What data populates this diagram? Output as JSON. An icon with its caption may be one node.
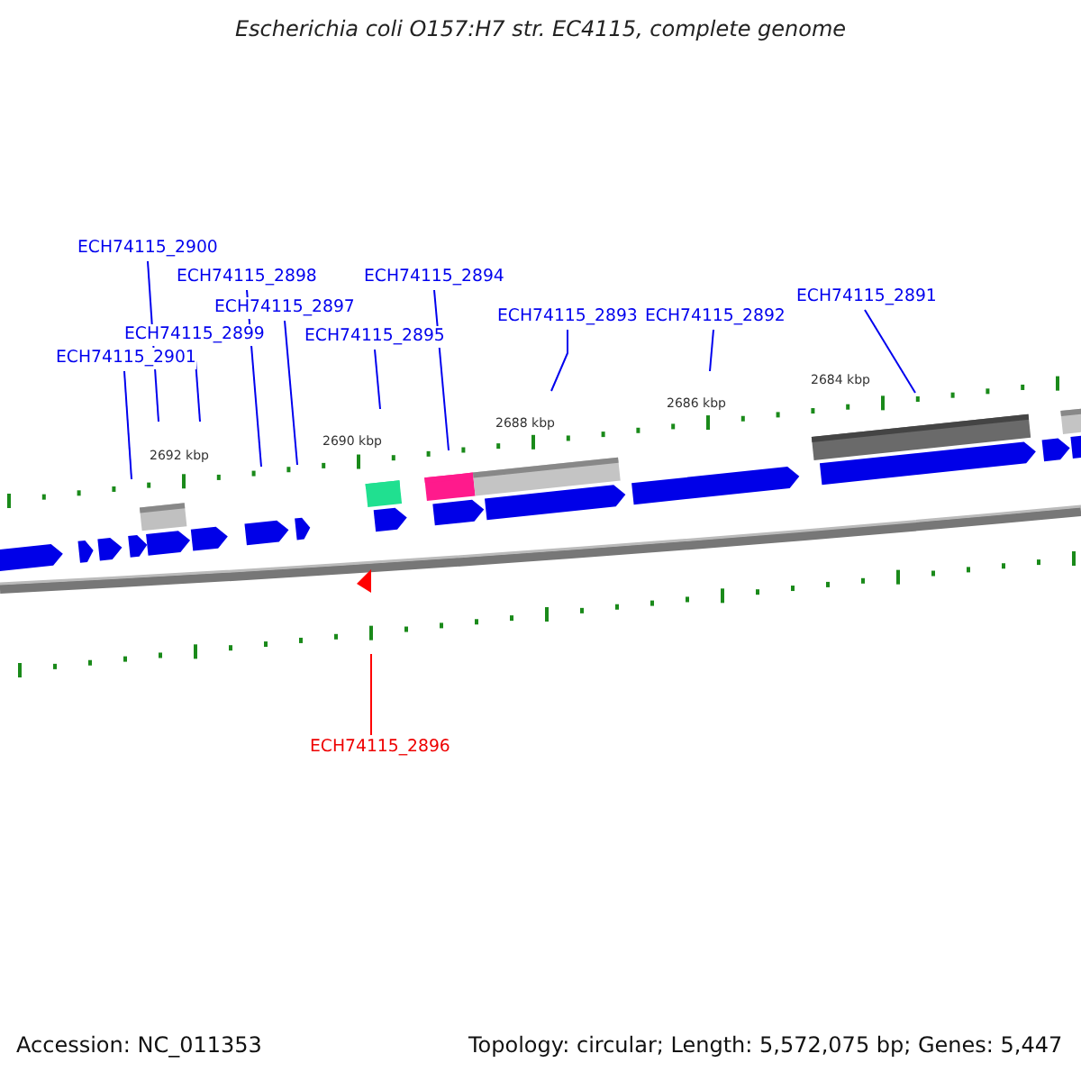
{
  "diagram": {
    "title": "Escherichia coli O157:H7 str. EC4115, complete genome",
    "nodes": [
      {
        "text": [
          "ECH74115_2900"
        ]
      },
      {
        "text": [
          "ECH74115_2898"
        ]
      },
      {
        "text": [
          "ECH74115_2894"
        ]
      },
      {
        "text": [
          "ECH74115_2891"
        ]
      },
      {
        "text": [
          "ECH74115_2897"
        ]
      },
      {
        "text": [
          "ECH74115_2893"
        ]
      },
      {
        "text": [
          "ECH74115_2892"
        ]
      },
      {
        "text": [
          "ECH74115_2899"
        ]
      },
      {
        "text": [
          "ECH74115_2895"
        ]
      },
      {
        "text": [
          "ECH74115_2901"
        ]
      },
      {
        "text": [
          "ECH74115_2896"
        ]
      }
    ],
    "edges": [
      {
        "from": 0,
        "to": null,
        "arrow": "none"
      },
      {
        "from": 1,
        "to": null,
        "arrow": "none"
      },
      {
        "from": 2,
        "to": null,
        "arrow": "none"
      },
      {
        "from": 3,
        "to": null,
        "arrow": "none"
      },
      {
        "from": 4,
        "to": null,
        "arrow": "none"
      },
      {
        "from": 5,
        "to": null,
        "arrow": "none"
      },
      {
        "from": 6,
        "to": null,
        "arrow": "none"
      },
      {
        "from": 7,
        "to": null,
        "arrow": "none"
      },
      {
        "from": 8,
        "to": null,
        "arrow": "none"
      },
      {
        "from": 9,
        "to": null,
        "arrow": "none"
      },
      {
        "from": 10,
        "to": null,
        "arrow": "none",
        "color": "#ff0000"
      }
    ],
    "labels": [
      "2692 kbp",
      "2690 kbp",
      "2688 kbp",
      "2686 kbp",
      "2684 kbp",
      "Accession: NC_011353",
      "Topology: circular; Length: 5,572,075 bp; Genes: 5,447"
    ]
  }
}
